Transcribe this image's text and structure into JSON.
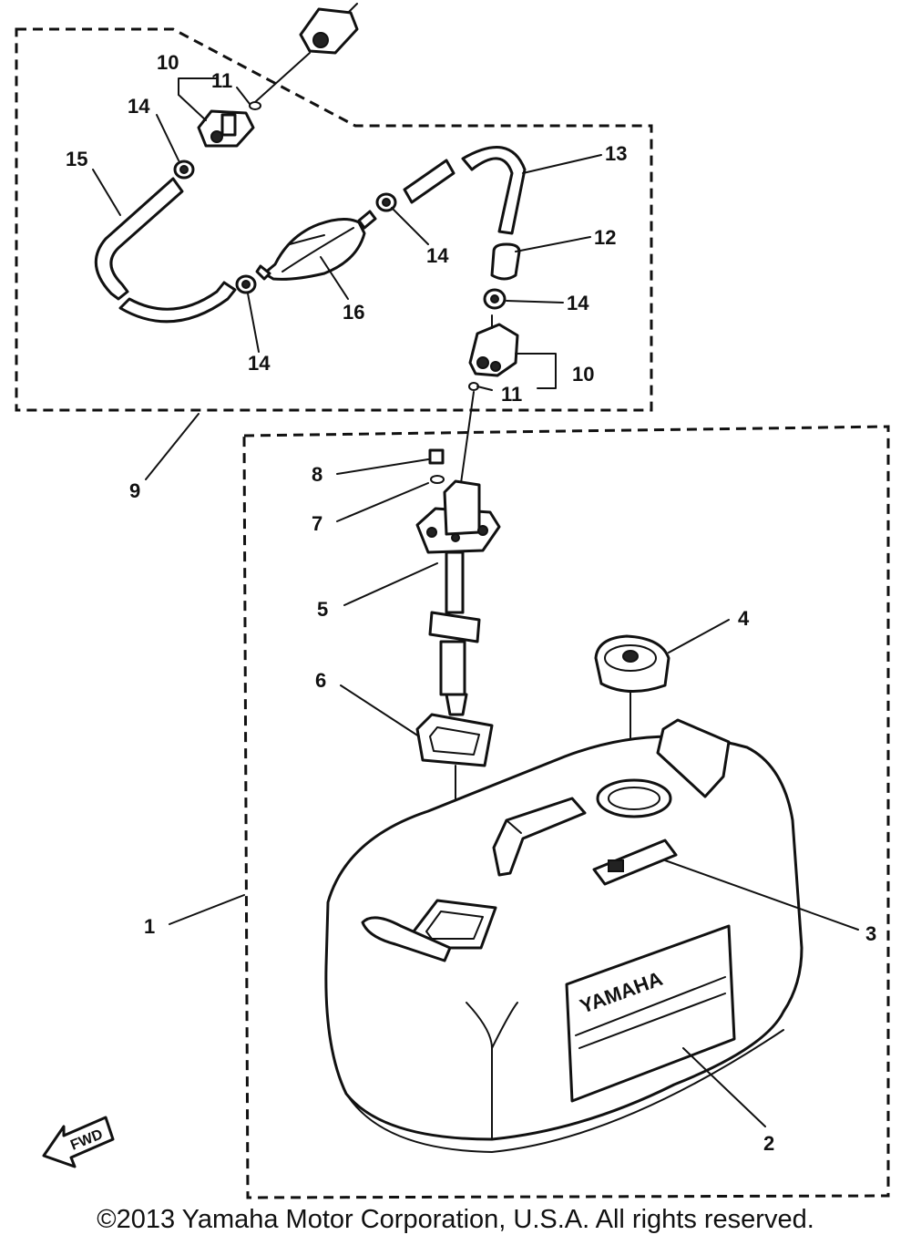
{
  "diagram": {
    "callouts": [
      "1",
      "2",
      "3",
      "4",
      "5",
      "6",
      "7",
      "8",
      "9",
      "10",
      "11",
      "12",
      "13",
      "14",
      "15",
      "16"
    ],
    "callout_10_upper": "10",
    "callout_11_upper": "11",
    "callout_14_a": "14",
    "callout_14_b": "14",
    "callout_14_c": "14",
    "callout_14_d": "14",
    "callout_10_lower": "10",
    "callout_11_lower": "11",
    "tank_brand": "YAMAHA",
    "fwd_arrow_text": "FWD"
  },
  "footer": {
    "copyright": "©2013 Yamaha Motor Corporation, U.S.A. All rights reserved."
  }
}
